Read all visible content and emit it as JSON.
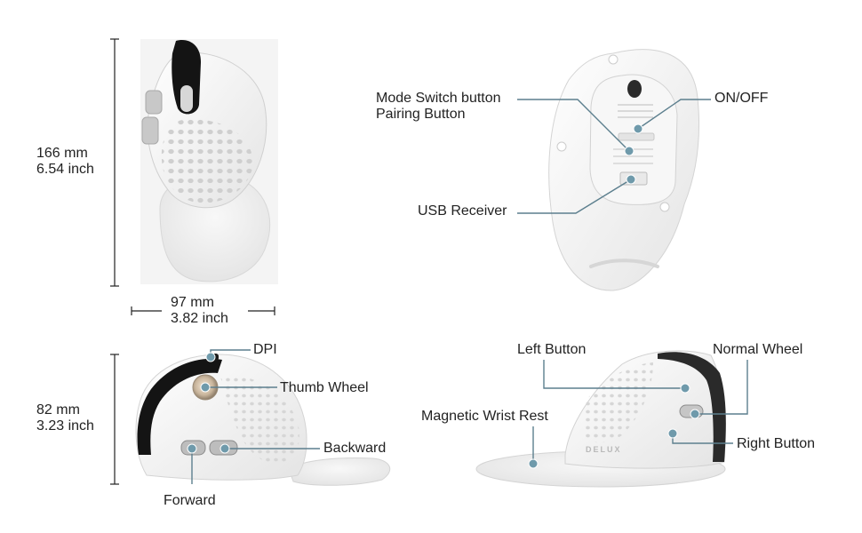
{
  "dimensions": {
    "height_mm": "166 mm",
    "height_inch": "6.54 inch",
    "width_mm": "97 mm",
    "width_inch": "3.82 inch",
    "side_height_mm": "82 mm",
    "side_height_inch": "3.23 inch"
  },
  "callouts": {
    "mode_switch": "Mode Switch button",
    "pairing": "Pairing Button",
    "on_off": "ON/OFF",
    "usb_receiver": "USB Receiver",
    "dpi": "DPI",
    "thumb_wheel": "Thumb Wheel",
    "backward": "Backward",
    "forward": "Forward",
    "left_button": "Left Button",
    "normal_wheel": "Normal Wheel",
    "magnetic_wrist_rest": "Magnetic Wrist Rest",
    "right_button": "Right Button"
  },
  "branding": {
    "logo_text": "DELUX"
  },
  "colors": {
    "callout_line": "#5c7f8e",
    "callout_dot": "#6f9aab",
    "dimension_line": "#222222",
    "body_white": "#f3f3f3",
    "shell_black": "#141414"
  }
}
